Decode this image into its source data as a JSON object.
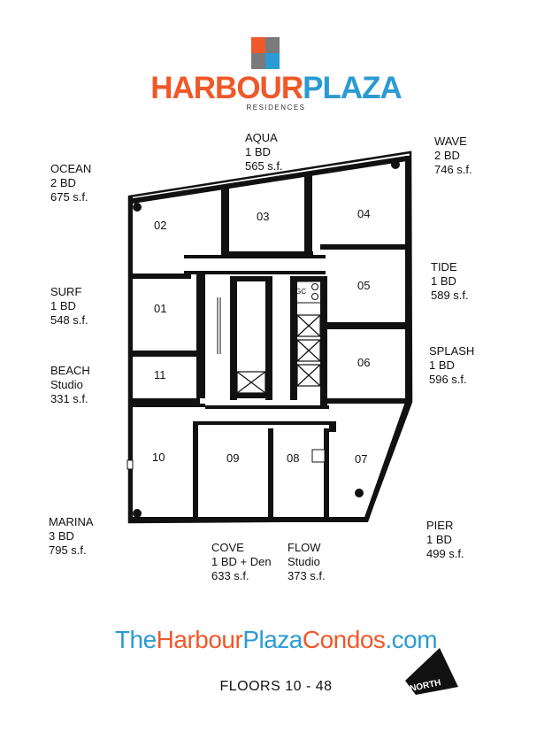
{
  "brand": {
    "name_part1": "HARBOUR",
    "name_part2": "PLAZA",
    "subtitle": "RESIDENCES",
    "colors": {
      "orange": "#f0582a",
      "blue": "#2b9bd3",
      "gray": "#7a7a7a"
    }
  },
  "units": {
    "ocean": {
      "name": "OCEAN",
      "type": "2 BD",
      "size": "675 s.f."
    },
    "aqua": {
      "name": "AQUA",
      "type": "1 BD",
      "size": "565 s.f."
    },
    "wave": {
      "name": "WAVE",
      "type": "2 BD",
      "size": "746 s.f."
    },
    "tide": {
      "name": "TIDE",
      "type": "1 BD",
      "size": "589 s.f."
    },
    "surf": {
      "name": "SURF",
      "type": "1 BD",
      "size": "548 s.f."
    },
    "splash": {
      "name": "SPLASH",
      "type": "1 BD",
      "size": "596 s.f."
    },
    "beach": {
      "name": "BEACH",
      "type": "Studio",
      "size": "331 s.f."
    },
    "marina": {
      "name": "MARINA",
      "type": "3 BD",
      "size": "795 s.f."
    },
    "pier": {
      "name": "PIER",
      "type": "1 BD",
      "size": "499 s.f."
    },
    "cove": {
      "name": "COVE",
      "type": "1 BD + Den",
      "size": "633 s.f."
    },
    "flow": {
      "name": "FLOW",
      "type": "Studio",
      "size": "373 s.f."
    }
  },
  "plan": {
    "unit_numbers": [
      "01",
      "02",
      "03",
      "04",
      "05",
      "06",
      "07",
      "08",
      "09",
      "10",
      "11"
    ],
    "gc_label": "GC"
  },
  "website": {
    "part1": "The",
    "part2": "Harbour",
    "part3": "Plaza",
    "part4": "Condos",
    "part5": ".com"
  },
  "floors": "FLOORS 10 - 48",
  "compass": "NORTH"
}
